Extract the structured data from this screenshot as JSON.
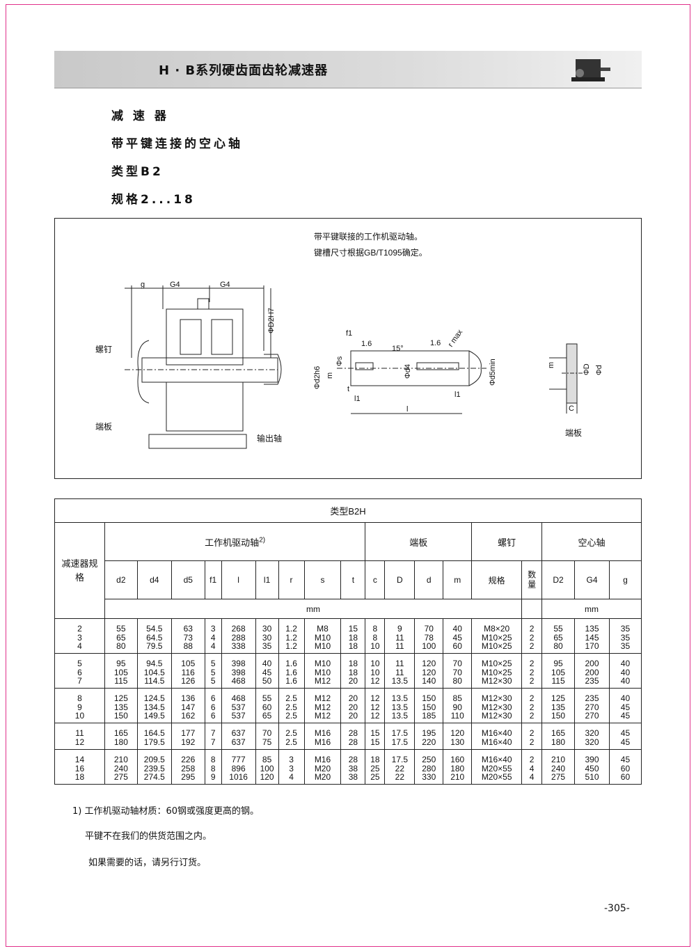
{
  "header": {
    "title": "H · B系列硬齿面齿轮减速器"
  },
  "headings": [
    "减 速 器",
    "带平键连接的空心轴",
    "类型B2",
    "规格2...18"
  ],
  "diagram": {
    "notes": [
      "带平键联接的工作机驱动轴。",
      "键槽尺寸根据GB/T1095确定。"
    ],
    "labels": {
      "g": "g",
      "g4a": "G4",
      "g4b": "G4",
      "d2h7": "ΦD2H7",
      "screw": "螺钉",
      "endplate": "端板",
      "output": "输出轴",
      "f1": "f1",
      "r16a": "1.6",
      "r16b": "1.6",
      "deg": "15°",
      "rmax": "r max",
      "d2h6": "Φd2h6",
      "s": "Φs",
      "m": "m",
      "d4": "Φd4",
      "d5": "Φd5min",
      "l1a": "l1",
      "l1b": "l1",
      "l": "l",
      "t": "t",
      "m2": "m",
      "D": "ΦD",
      "d": "Φd",
      "c": "C",
      "endplate2": "端板"
    }
  },
  "table": {
    "title": "类型B2H",
    "size_label": "减速器规格",
    "groups": [
      "工作机驱动轴",
      "端板",
      "螺钉",
      "空心轴"
    ],
    "group_sup": "2)",
    "columns": [
      "d2",
      "d4",
      "d5",
      "f1",
      "l",
      "l1",
      "r",
      "s",
      "t",
      "c",
      "D",
      "d",
      "m",
      "规格",
      "数量",
      "D2",
      "G4",
      "g"
    ],
    "unit_a": "mm",
    "unit_b": "mm",
    "rows": [
      [
        [
          "2",
          "3",
          "4"
        ],
        [
          "55",
          "65",
          "80"
        ],
        [
          "54.5",
          "64.5",
          "79.5"
        ],
        [
          "63",
          "73",
          "88"
        ],
        [
          "3",
          "4",
          "4"
        ],
        [
          "268",
          "288",
          "338"
        ],
        [
          "30",
          "30",
          "35"
        ],
        [
          "1.2",
          "1.2",
          "1.2"
        ],
        [
          "M8",
          "M10",
          "M10"
        ],
        [
          "15",
          "18",
          "18"
        ],
        [
          "8",
          "8",
          "10"
        ],
        [
          "9",
          "11",
          "11"
        ],
        [
          "70",
          "78",
          "100"
        ],
        [
          "40",
          "45",
          "60"
        ],
        [
          "M8×20",
          "M10×25",
          "M10×25"
        ],
        [
          "2",
          "2",
          "2"
        ],
        [
          "55",
          "65",
          "80"
        ],
        [
          "135",
          "145",
          "170"
        ],
        [
          "35",
          "35",
          "35"
        ]
      ],
      [
        [
          "5",
          "6",
          "7"
        ],
        [
          "95",
          "105",
          "115"
        ],
        [
          "94.5",
          "104.5",
          "114.5"
        ],
        [
          "105",
          "116",
          "126"
        ],
        [
          "5",
          "5",
          "5"
        ],
        [
          "398",
          "398",
          "468"
        ],
        [
          "40",
          "45",
          "50"
        ],
        [
          "1.6",
          "1.6",
          "1.6"
        ],
        [
          "M10",
          "M10",
          "M12"
        ],
        [
          "18",
          "18",
          "20"
        ],
        [
          "10",
          "10",
          "12"
        ],
        [
          "11",
          "11",
          "13.5"
        ],
        [
          "120",
          "120",
          "140"
        ],
        [
          "70",
          "70",
          "80"
        ],
        [
          "M10×25",
          "M10×25",
          "M12×30"
        ],
        [
          "2",
          "2",
          "2"
        ],
        [
          "95",
          "105",
          "115"
        ],
        [
          "200",
          "200",
          "235"
        ],
        [
          "40",
          "40",
          "40"
        ]
      ],
      [
        [
          "8",
          "9",
          "10"
        ],
        [
          "125",
          "135",
          "150"
        ],
        [
          "124.5",
          "134.5",
          "149.5"
        ],
        [
          "136",
          "147",
          "162"
        ],
        [
          "6",
          "6",
          "6"
        ],
        [
          "468",
          "537",
          "537"
        ],
        [
          "55",
          "60",
          "65"
        ],
        [
          "2.5",
          "2.5",
          "2.5"
        ],
        [
          "M12",
          "M12",
          "M12"
        ],
        [
          "20",
          "20",
          "20"
        ],
        [
          "12",
          "12",
          "12"
        ],
        [
          "13.5",
          "13.5",
          "13.5"
        ],
        [
          "150",
          "150",
          "185"
        ],
        [
          "85",
          "90",
          "110"
        ],
        [
          "M12×30",
          "M12×30",
          "M12×30"
        ],
        [
          "2",
          "2",
          "2"
        ],
        [
          "125",
          "135",
          "150"
        ],
        [
          "235",
          "270",
          "270"
        ],
        [
          "40",
          "45",
          "45"
        ]
      ],
      [
        [
          "11",
          "12"
        ],
        [
          "165",
          "180"
        ],
        [
          "164.5",
          "179.5"
        ],
        [
          "177",
          "192"
        ],
        [
          "7",
          "7"
        ],
        [
          "637",
          "637"
        ],
        [
          "70",
          "75"
        ],
        [
          "2.5",
          "2.5"
        ],
        [
          "M16",
          "M16"
        ],
        [
          "28",
          "28"
        ],
        [
          "15",
          "15"
        ],
        [
          "17.5",
          "17.5"
        ],
        [
          "195",
          "220"
        ],
        [
          "120",
          "130"
        ],
        [
          "M16×40",
          "M16×40"
        ],
        [
          "2",
          "2"
        ],
        [
          "165",
          "180"
        ],
        [
          "320",
          "320"
        ],
        [
          "45",
          "45"
        ]
      ],
      [
        [
          "14",
          "16",
          "18"
        ],
        [
          "210",
          "240",
          "275"
        ],
        [
          "209.5",
          "239.5",
          "274.5"
        ],
        [
          "226",
          "258",
          "295"
        ],
        [
          "8",
          "8",
          "9"
        ],
        [
          "777",
          "896",
          "1016"
        ],
        [
          "85",
          "100",
          "120"
        ],
        [
          "3",
          "3",
          "4"
        ],
        [
          "M16",
          "M20",
          "M20"
        ],
        [
          "28",
          "38",
          "38"
        ],
        [
          "18",
          "25",
          "25"
        ],
        [
          "17.5",
          "22",
          "22"
        ],
        [
          "250",
          "280",
          "330"
        ],
        [
          "160",
          "180",
          "210"
        ],
        [
          "M16×40",
          "M20×55",
          "M20×55"
        ],
        [
          "2",
          "4",
          "4"
        ],
        [
          "210",
          "240",
          "275"
        ],
        [
          "390",
          "450",
          "510"
        ],
        [
          "45",
          "60",
          "60"
        ]
      ]
    ]
  },
  "footnotes": [
    "1) 工作机驱动轴材质：60钢或强度更高的钢。",
    "平键不在我们的供货范围之内。",
    "如果需要的话，请另行订货。"
  ],
  "page_number": "-305-"
}
